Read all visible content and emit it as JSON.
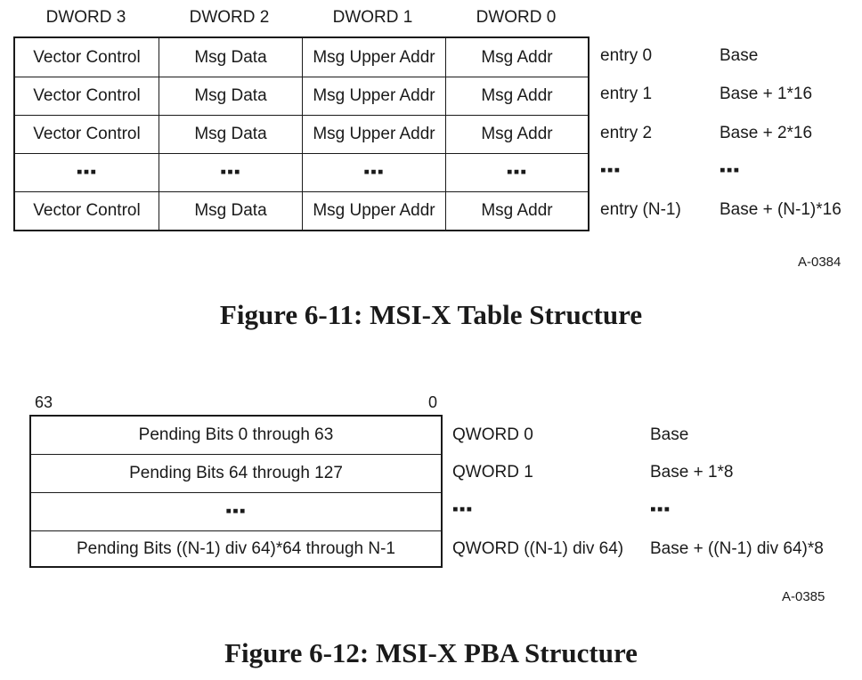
{
  "table": {
    "headers": [
      "DWORD 3",
      "DWORD 2",
      "DWORD 1",
      "DWORD 0"
    ],
    "rows": [
      {
        "cells": [
          "Vector Control",
          "Msg Data",
          "Msg Upper Addr",
          "Msg Addr"
        ],
        "entry": "entry 0",
        "offset": "Base"
      },
      {
        "cells": [
          "Vector Control",
          "Msg Data",
          "Msg Upper Addr",
          "Msg Addr"
        ],
        "entry": "entry 1",
        "offset": "Base + 1*16"
      },
      {
        "cells": [
          "Vector Control",
          "Msg Data",
          "Msg Upper Addr",
          "Msg Addr"
        ],
        "entry": "entry 2",
        "offset": "Base + 2*16"
      },
      {
        "cells": [
          "▪▪▪",
          "▪▪▪",
          "▪▪▪",
          "▪▪▪"
        ],
        "entry": "▪▪▪",
        "offset": "▪▪▪"
      },
      {
        "cells": [
          "Vector Control",
          "Msg Data",
          "Msg Upper Addr",
          "Msg Addr"
        ],
        "entry": "entry (N-1)",
        "offset": "Base + (N-1)*16"
      }
    ],
    "figure_id": "A-0384",
    "caption": "Figure 6-11:  MSI-X Table Structure"
  },
  "pba": {
    "bit_high": "63",
    "bit_low": "0",
    "rows": [
      {
        "text": "Pending Bits 0 through 63",
        "qword": "QWORD 0",
        "offset": "Base"
      },
      {
        "text": "Pending Bits 64 through 127",
        "qword": "QWORD 1",
        "offset": "Base + 1*8"
      },
      {
        "text": "▪▪▪",
        "qword": "▪▪▪",
        "offset": "▪▪▪"
      },
      {
        "text": "Pending Bits ((N-1) div 64)*64 through N-1",
        "qword": "QWORD ((N-1) div 64)",
        "offset": "Base + ((N-1) div 64)*8"
      }
    ],
    "figure_id": "A-0385",
    "caption": "Figure 6-12:  MSI-X PBA Structure"
  }
}
